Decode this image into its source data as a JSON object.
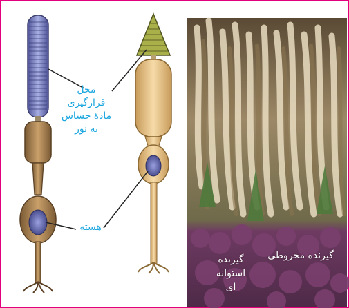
{
  "labels": {
    "pigment_location": [
      "محل",
      "قرارگیری",
      "مادۀ حساس",
      "به نور"
    ],
    "nucleus": "هسته",
    "cone_receptor": "گیرنده مخروطی",
    "rod_receptor": [
      "گیرنده",
      "استوانه ای"
    ]
  },
  "colors": {
    "border": "#e4007c",
    "label_text": "#1aa6df",
    "rod_disks": "#7b83c4",
    "cone_cap": "#a9b04a",
    "cell_body": "#e6c08a",
    "micrograph_top": "#8c7a60",
    "micrograph_bottom": "#6a3a5e"
  }
}
